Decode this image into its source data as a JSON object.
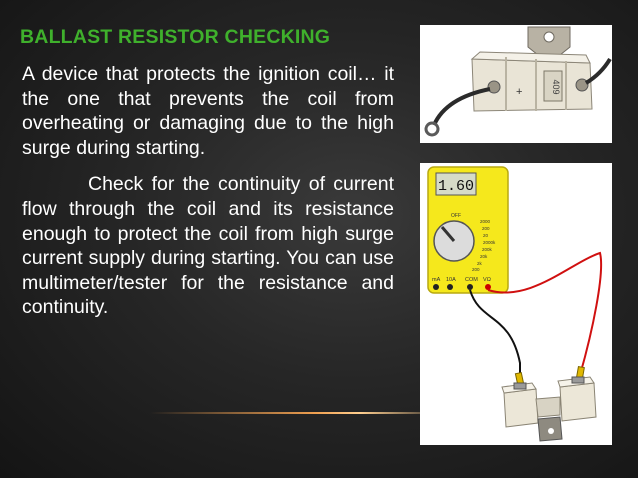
{
  "slide": {
    "title": "BALLAST RESISTOR CHECKING",
    "paragraph1": "A device that protects the ignition coil… it the one that prevents the coil from overheating or damaging due to the high surge during starting.",
    "paragraph2": "Check for the continuity of current flow through the coil and its resistance enough to protect the coil from high surge current supply during starting. You can use multimeter/tester for the resistance and continuity."
  },
  "resistor_photo": {
    "label": "409"
  },
  "multimeter_illustration": {
    "display_value": "1.60",
    "dial_labels": [
      "OFF",
      "2000",
      "200",
      "20",
      "2000k",
      "200k",
      "20k",
      "2k",
      "200"
    ],
    "ports": [
      "mA",
      "10A",
      "COM",
      "VΩ"
    ]
  },
  "colors": {
    "title": "#3fb02c",
    "text": "#ffffff",
    "meter_body": "#f5e81c"
  }
}
